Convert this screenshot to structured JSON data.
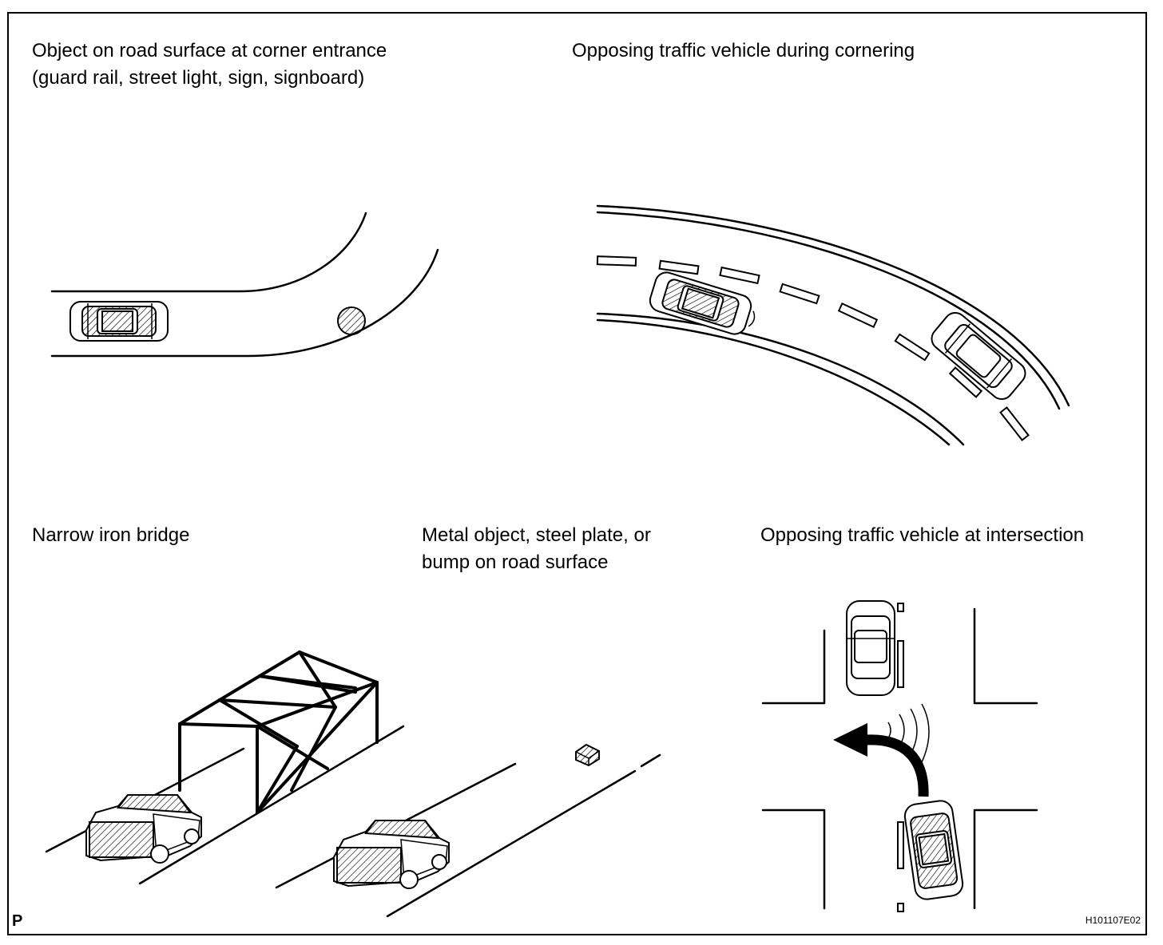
{
  "panels": {
    "corner_entrance": {
      "caption_line1": "Object on road surface at corner entrance",
      "caption_line2": "(guard rail, street light, sign, signboard)"
    },
    "cornering": {
      "caption": "Opposing traffic vehicle during cornering"
    },
    "iron_bridge": {
      "caption": "Narrow iron bridge"
    },
    "metal_object": {
      "caption_line1": "Metal object, steel plate, or",
      "caption_line2": "bump on road surface"
    },
    "intersection": {
      "caption": "Opposing traffic vehicle at intersection"
    }
  },
  "footer": {
    "corner_letter": "P",
    "figure_code": "H101107E02"
  }
}
